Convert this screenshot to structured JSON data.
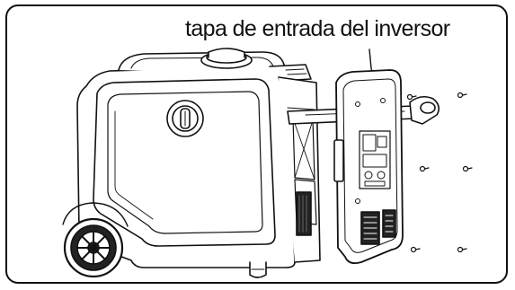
{
  "callout": {
    "text": "tapa de entrada del inversor"
  },
  "colors": {
    "line": "#111111",
    "background": "#ffffff"
  },
  "illustration": {
    "subject": "inverter-generator-exploded-view",
    "parts": [
      "generator-body",
      "wheel",
      "handle",
      "access-cover",
      "fasteners"
    ]
  }
}
